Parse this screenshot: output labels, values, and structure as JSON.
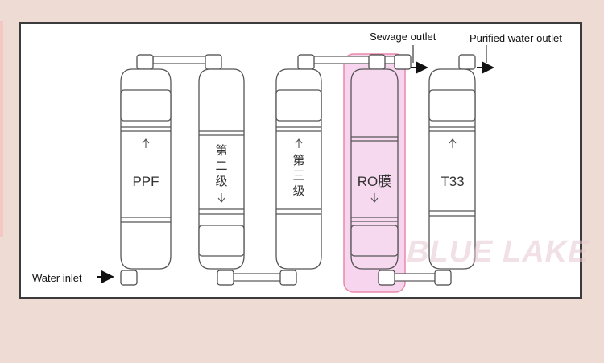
{
  "labels": {
    "sewage_outlet": "Sewage outlet",
    "purified_outlet": "Purified water outlet",
    "water_inlet": "Water inlet"
  },
  "cartridges": [
    {
      "name": "PPF",
      "vertical": false
    },
    {
      "name": "第二级",
      "vertical": true
    },
    {
      "name": "第三级",
      "vertical": true
    },
    {
      "name": "RO膜",
      "vertical": false,
      "highlighted": true
    },
    {
      "name": "T33",
      "vertical": false
    }
  ],
  "watermark": "BLUE LAKE",
  "colors": {
    "frame": "#3b3b3b",
    "highlight_fill": "#f7d5ef",
    "highlight_border": "#e88aa8",
    "line": "#555555"
  }
}
